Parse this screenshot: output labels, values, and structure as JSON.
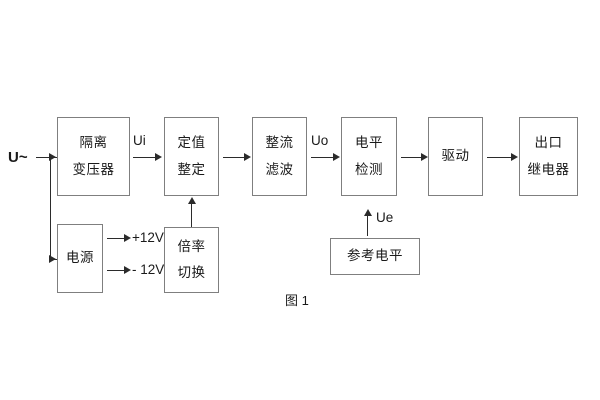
{
  "figure": {
    "caption": "图 1",
    "input_label": "U~",
    "signal_labels": {
      "ui": "Ui",
      "uo": "Uo",
      "ue": "Ue"
    },
    "rail_labels": {
      "positive": "+12V",
      "negative": "- 12V"
    },
    "colors": {
      "box_border": "#7f7f7f",
      "connector": "#2b2b2b",
      "text": "#1a1a1a",
      "background": "#ffffff"
    },
    "blocks": [
      {
        "id": "isolation-transformer",
        "line1": "隔离",
        "line2": "变压器"
      },
      {
        "id": "setpoint-adjust",
        "line1": "定值",
        "line2": "整定"
      },
      {
        "id": "rectify-filter",
        "line1": "整流",
        "line2": "滤波"
      },
      {
        "id": "level-detection",
        "line1": "电平",
        "line2": "检测"
      },
      {
        "id": "drive",
        "line1": "驱动",
        "line2": ""
      },
      {
        "id": "output-relay",
        "line1": "出口",
        "line2": "继电器"
      },
      {
        "id": "power-supply",
        "line1": "电源",
        "line2": ""
      },
      {
        "id": "multiplier-switch",
        "line1": "倍率",
        "line2": "切换"
      },
      {
        "id": "reference-level",
        "line1": "参考电平",
        "line2": ""
      }
    ]
  }
}
